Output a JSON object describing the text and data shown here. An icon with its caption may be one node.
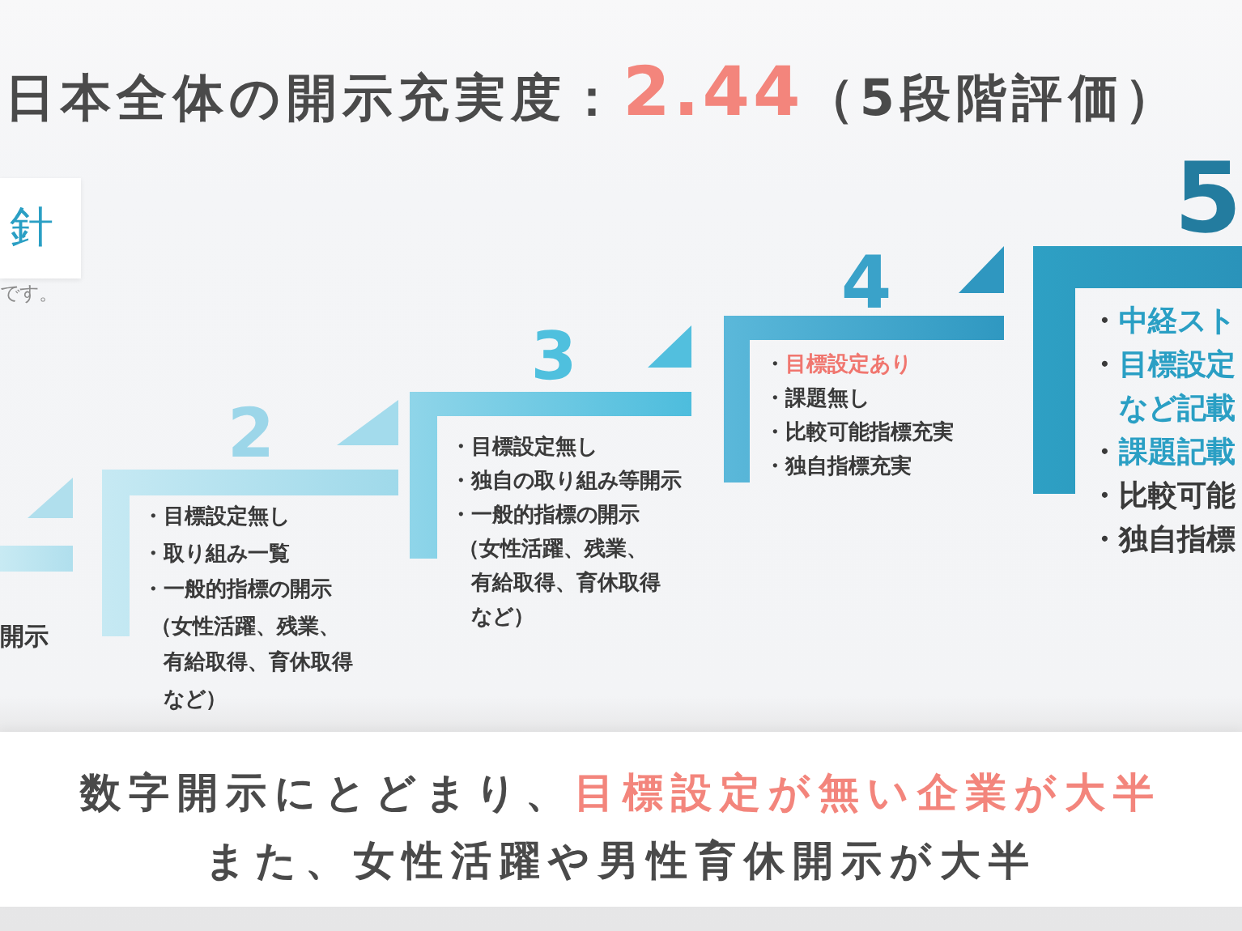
{
  "diagram": {
    "title": "日本全体の開示充実度：**2.44**（5段階評価）",
    "nodes": [
      {
        "text": [
          "針"
        ],
        "beside": [
          "です。"
        ]
      },
      {
        "text": [
          "開示"
        ]
      },
      {
        "text": [
          "2",
          "・目標設定無し",
          "・取り組み一覧",
          "・一般的指標の開示",
          "（女性活躍、残業、有給取得、育休取得など）"
        ]
      },
      {
        "text": [
          "3",
          "・目標設定無し",
          "・独自の取り組み等開示",
          "・一般的指標の開示",
          "（女性活躍、残業、有給取得、育休取得など）"
        ]
      },
      {
        "text": [
          "4",
          "・**目標設定あり**",
          "・課題無し",
          "・比較可能指標充実",
          "・独自指標充実"
        ]
      },
      {
        "text": [
          "5",
          "・**中経スト**",
          "・**目標設定**",
          "**など記載**",
          "・**課題記載**",
          "・比較可能",
          "・独自指標"
        ]
      },
      {
        "text": [
          "数字開示にとどまり、**目標設定が無い企業が大半**",
          "また、女性活躍や男性育休開示が大半"
        ]
      }
    ]
  }
}
